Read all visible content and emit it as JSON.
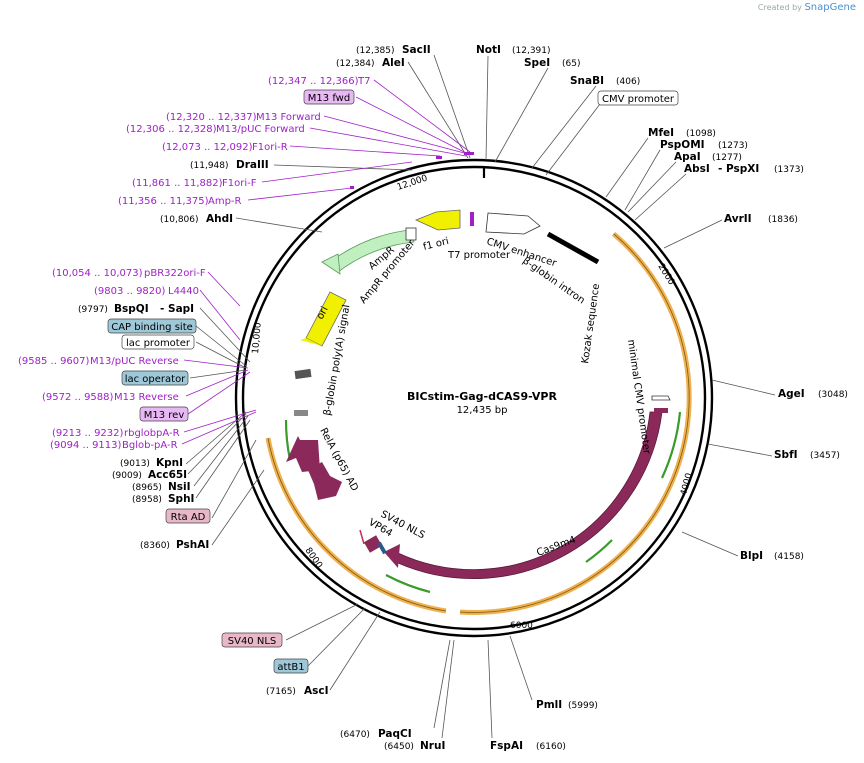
{
  "app": {
    "brand_prefix": "Created by",
    "brand_name": "SnapGene"
  },
  "plasmid": {
    "name": "BICstim-Gag-dCAS9-VPR",
    "length_label": "12,435 bp"
  },
  "ticks": [
    "2000",
    "4000",
    "6000",
    "8000",
    "10,000",
    "12,000"
  ],
  "colors": {
    "primer": "#a020c8",
    "backbone": "#000000",
    "orange_arc": "#f0b050",
    "cds": "#8b2a5a",
    "green_arrow": "#3a9a2a",
    "yellow": "#f0f000",
    "ampr": "#c0f0c0",
    "ori_box": "#c03060"
  },
  "sites_top": [
    {
      "name": "SacII",
      "pos": "(12,385)"
    },
    {
      "name": "AleI",
      "pos": "(12,384)"
    },
    {
      "name": "NotI",
      "pos": "(12,391)"
    },
    {
      "name": "SpeI",
      "pos": "(65)"
    },
    {
      "name": "SnaBI",
      "pos": "(406)"
    }
  ],
  "sites_right": [
    {
      "name": "MfeI",
      "pos": "(1098)"
    },
    {
      "name": "PspOMI",
      "pos": "(1273)"
    },
    {
      "name": "ApaI",
      "pos": "(1277)"
    },
    {
      "name": "AbsI",
      "extra": "- PspXI",
      "pos": "(1373)"
    },
    {
      "name": "AvrII",
      "pos": "(1836)"
    },
    {
      "name": "AgeI",
      "pos": "(3048)"
    },
    {
      "name": "SbfI",
      "pos": "(3457)"
    },
    {
      "name": "BlpI",
      "pos": "(4158)"
    }
  ],
  "sites_bottom": [
    {
      "name": "PmlI",
      "pos": "(5999)"
    },
    {
      "name": "FspAI",
      "pos": "(6160)"
    },
    {
      "name": "NruI",
      "pos": "(6450)"
    },
    {
      "name": "PaqCI",
      "pos": "(6470)"
    },
    {
      "name": "AscI",
      "pos": "(7165)"
    }
  ],
  "sites_left": [
    {
      "name": "DraIII",
      "pos": "(11,948)"
    },
    {
      "name": "AhdI",
      "pos": "(10,806)"
    },
    {
      "name": "BspQI",
      "extra": "- SapI",
      "pos": "(9797)"
    },
    {
      "name": "KpnI",
      "pos": "(9013)"
    },
    {
      "name": "Acc65I",
      "pos": "(9009)"
    },
    {
      "name": "NsiI",
      "pos": "(8965)"
    },
    {
      "name": "SphI",
      "pos": "(8958)"
    },
    {
      "name": "PshAI",
      "pos": "(8360)"
    }
  ],
  "primers": [
    {
      "name": "T7",
      "pos": "(12,347 .. 12,366)"
    },
    {
      "name": "M13 Forward",
      "pos": "(12,320 .. 12,337)"
    },
    {
      "name": "M13/pUC Forward",
      "pos": "(12,306 .. 12,328)"
    },
    {
      "name": "F1ori-R",
      "pos": "(12,073 .. 12,092)"
    },
    {
      "name": "F1ori-F",
      "pos": "(11,861 .. 11,882)"
    },
    {
      "name": "Amp-R",
      "pos": "(11,356 .. 11,375)"
    },
    {
      "name": "pBR322ori-F",
      "pos": "(10,054 .. 10,073)"
    },
    {
      "name": "L4440",
      "pos": "(9803 .. 9820)"
    },
    {
      "name": "M13/pUC Reverse",
      "pos": "(9585 .. 9607)"
    },
    {
      "name": "M13 Reverse",
      "pos": "(9572 .. 9588)"
    },
    {
      "name": "rbglobpA-R",
      "pos": "(9213 .. 9232)"
    },
    {
      "name": "Bglob-pA-R",
      "pos": "(9094 .. 9113)"
    }
  ],
  "boxed_features": [
    {
      "name": "M13 fwd",
      "style": "primer"
    },
    {
      "name": "CMV promoter",
      "style": "plain"
    },
    {
      "name": "CAP binding site",
      "style": "blue"
    },
    {
      "name": "lac promoter",
      "style": "plain"
    },
    {
      "name": "lac operator",
      "style": "blue"
    },
    {
      "name": "M13 rev",
      "style": "primer"
    },
    {
      "name": "Rta AD",
      "style": "pink"
    },
    {
      "name": "SV40 NLS",
      "style": "pink"
    },
    {
      "name": "attB1",
      "style": "blue"
    }
  ],
  "inner_features": [
    "CMV enhancer",
    "β-globin intron",
    "f1 ori",
    "T7 promoter",
    "AmpR",
    "AmpR promoter",
    "ori",
    "β-globin poly(A) signal",
    "minimal CMV promoter",
    "Kozak sequence",
    "RelA (p65) AD",
    "SV40 NLS",
    "VP64",
    "Cas9m4"
  ]
}
